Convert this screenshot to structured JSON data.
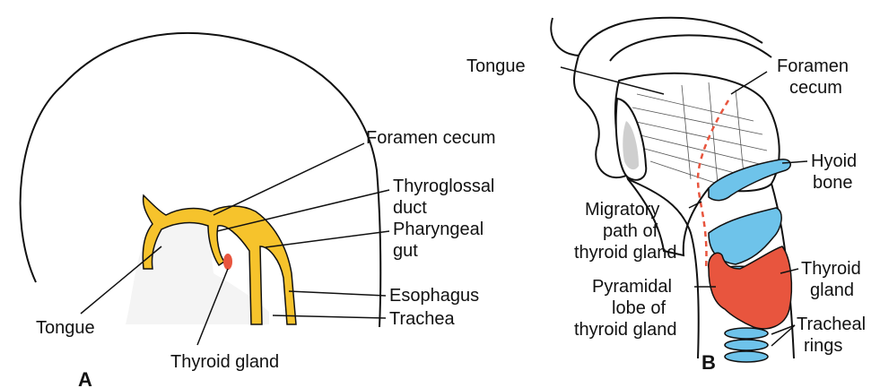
{
  "colors": {
    "gut_yellow": "#F6C32C",
    "thyroid_orange": "#E8553E",
    "cartilage_blue": "#6EC3EA",
    "outline": "#111111"
  },
  "panel_a": {
    "letter": "A",
    "labels": {
      "foramen_cecum": "Foramen cecum",
      "thyroglossal_1": "Thyroglossal",
      "thyroglossal_2": "duct",
      "pharyngeal_1": "Pharyngeal",
      "pharyngeal_2": "gut",
      "esophagus": "Esophagus",
      "trachea": "Trachea",
      "tongue": "Tongue",
      "thyroid_gland": "Thyroid gland"
    }
  },
  "panel_b": {
    "letter": "B",
    "labels": {
      "tongue": "Tongue",
      "foramen_1": "Foramen",
      "foramen_2": "cecum",
      "hyoid_1": "Hyoid",
      "hyoid_2": "bone",
      "migratory_1": "Migratory",
      "migratory_2": "path of",
      "migratory_3": "thyroid gland",
      "thyroid_1": "Thyroid",
      "thyroid_2": "gland",
      "pyramidal_1": "Pyramidal",
      "pyramidal_2": "lobe of",
      "pyramidal_3": "thyroid gland",
      "tracheal_1": "Tracheal",
      "tracheal_2": "rings"
    }
  }
}
